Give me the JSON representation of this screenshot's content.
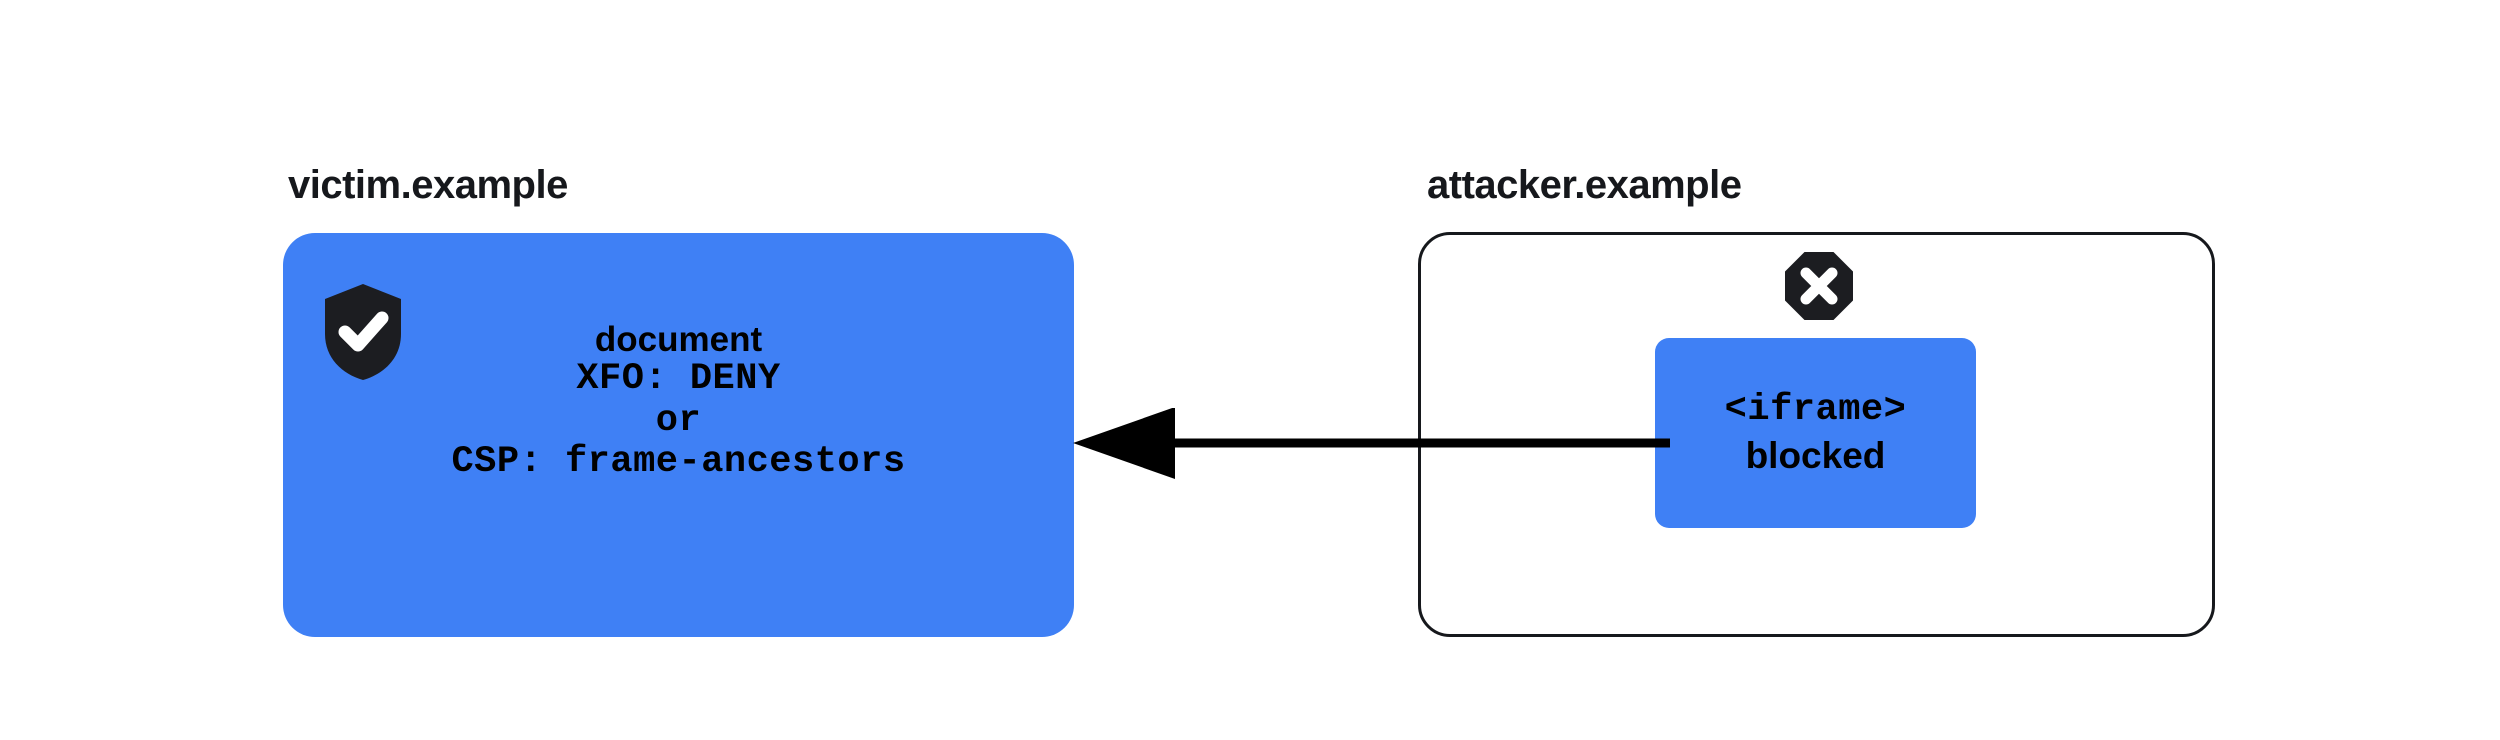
{
  "diagram": {
    "title_context": "X-Frame-Options / CSP frame-ancestors blocks cross-origin framing",
    "background_color": "#ffffff",
    "accent_blue": "#3f80f5",
    "ink_color": "#16181c"
  },
  "victim": {
    "label": "victim.example",
    "icon": "shield-check-icon",
    "panel_color": "#3f80f5",
    "lines": [
      {
        "text": "document",
        "style": "sans"
      },
      {
        "text": "XFO: DENY",
        "style": "mono"
      },
      {
        "text": "or",
        "style": "mono"
      },
      {
        "text": "CSP: frame-ancestors",
        "style": "mono"
      }
    ]
  },
  "attacker": {
    "label": "attacker.example",
    "icon": "x-octagon-icon",
    "panel_border_color": "#16181c",
    "iframe": {
      "tag": "<iframe>",
      "state": "blocked",
      "box_color": "#3f80f5"
    }
  },
  "arrow": {
    "name": "framing-request-arrow",
    "direction": "right-to-left",
    "color": "#000000",
    "from": "attacker.example <iframe>",
    "to": "victim.example document"
  }
}
